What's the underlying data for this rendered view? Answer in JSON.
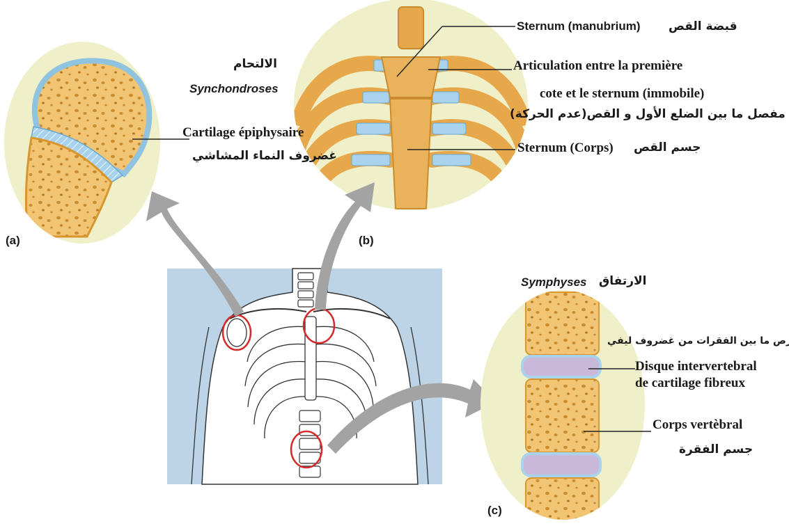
{
  "panel_a": {
    "letter": "(a)",
    "title_ar": "الالتحام",
    "title_fr": "Synchondroses",
    "label_fr": "Cartilage épiphysaire",
    "label_ar": "غضروف النماء المشاشي"
  },
  "panel_b": {
    "letter": "(b)",
    "manubrium_fr": "Sternum (manubrium)",
    "manubrium_ar": "قبضة القص",
    "articulation_line1": "Articulation entre la première",
    "articulation_line2": "cote et le sternum (immobile)",
    "articulation_ar": "مفصل ما بين الضلع الأول و القص(عدم الحركة)",
    "corps_fr": "Sternum (Corps)",
    "corps_ar": "جسم القص"
  },
  "panel_c": {
    "letter": "(c)",
    "title_fr": "Symphyses",
    "title_ar": "الارتفاق",
    "disque_ar": "قرص ما بين الفقرات من غضروف ليفي",
    "disque_line1": "Disque intervertebral",
    "disque_line2": "de cartilage fibreux",
    "corps_fr": "Corps vertèbral",
    "corps_ar": "جسم الفقرة"
  },
  "colors": {
    "bone": "#f0c47a",
    "bone_dark": "#d9962f",
    "cartilage": "#a9d3ec",
    "disc": "#c9b8d9",
    "background_disk": "#efefc9",
    "body_box": "#bcd4e6",
    "arrow": "#a3a3a3",
    "marker": "#d62a2a"
  }
}
